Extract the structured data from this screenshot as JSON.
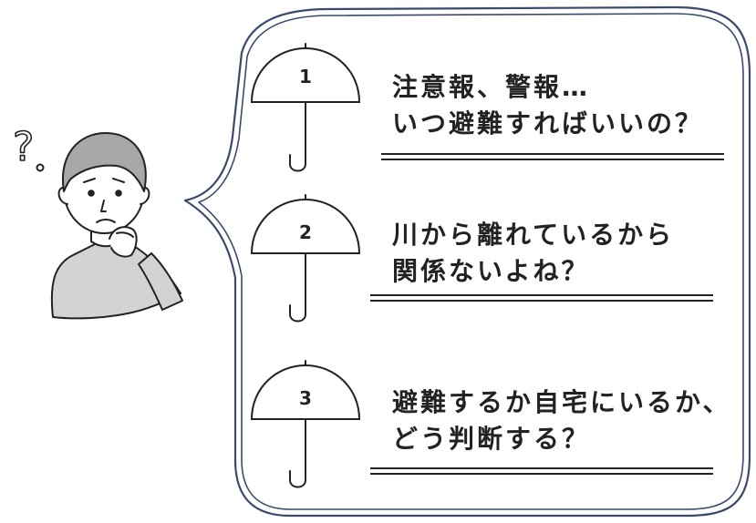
{
  "questions": [
    {
      "number": "1",
      "lines": [
        "注意報、警報…",
        "いつ避難すればいいの？"
      ]
    },
    {
      "number": "2",
      "lines": [
        "川から離れているから",
        "関係ないよね？"
      ]
    },
    {
      "number": "3",
      "lines": [
        "避難するか自宅にいるか、",
        "どう判断する？"
      ]
    }
  ],
  "thought_mark": "?",
  "colors": {
    "ink": "#222222",
    "bubble_outline": "#3b4a6b",
    "hair": "#a8a8a8",
    "shirt": "#d3d3d3"
  }
}
